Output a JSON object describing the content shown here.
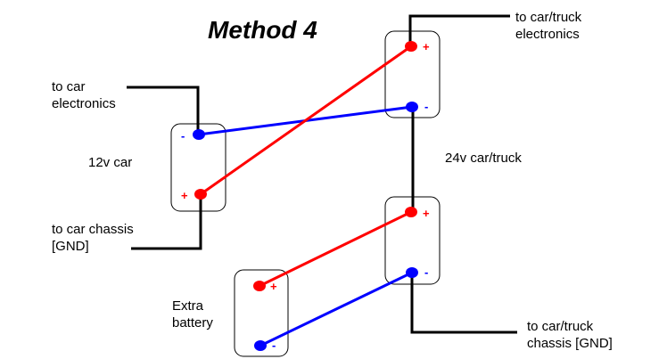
{
  "title": "Method 4",
  "colors": {
    "positive": "#ff0000",
    "negative": "#0000ff",
    "wire": "#000000",
    "background": "#ffffff"
  },
  "batteries": [
    {
      "id": "car-12v",
      "label": "12v car",
      "terminals": [
        {
          "polarity": "-",
          "symbol": "-"
        },
        {
          "polarity": "+",
          "symbol": "+"
        }
      ]
    },
    {
      "id": "truck-24v-top",
      "label": "24v car/truck",
      "terminals": [
        {
          "polarity": "+",
          "symbol": "+"
        },
        {
          "polarity": "-",
          "symbol": "-"
        }
      ]
    },
    {
      "id": "truck-24v-bottom",
      "label": "",
      "terminals": [
        {
          "polarity": "+",
          "symbol": "+"
        },
        {
          "polarity": "-",
          "symbol": "-"
        }
      ]
    },
    {
      "id": "extra",
      "label": "Extra\nbattery",
      "terminals": [
        {
          "polarity": "+",
          "symbol": "+"
        },
        {
          "polarity": "-",
          "symbol": "-"
        }
      ]
    }
  ],
  "labels": {
    "car_electronics": "to car\nelectronics",
    "car_chassis": "to car chassis\n[GND]",
    "car_12v": "12v car",
    "truck_electronics": "to car/truck\nelectronics",
    "truck_24v": "24v car/truck",
    "extra_battery": "Extra\nbattery",
    "truck_chassis": "to car/truck\nchassis [GND]"
  },
  "connections": [
    {
      "from": "car-12v -",
      "to": "truck-24v-top -",
      "color": "negative"
    },
    {
      "from": "car-12v +",
      "to": "truck-24v-top +",
      "color": "positive"
    },
    {
      "from": "truck-24v-top -",
      "to": "truck-24v-bottom +",
      "color": "wire"
    },
    {
      "from": "extra +",
      "to": "truck-24v-bottom +",
      "color": "positive"
    },
    {
      "from": "extra -",
      "to": "truck-24v-bottom -",
      "color": "negative"
    },
    {
      "from": "car-12v -",
      "to": "to car electronics",
      "color": "wire"
    },
    {
      "from": "car-12v +",
      "to": "to car chassis [GND]",
      "color": "wire"
    },
    {
      "from": "truck-24v-top +",
      "to": "to car/truck electronics",
      "color": "wire"
    },
    {
      "from": "truck-24v-bottom -",
      "to": "to car/truck chassis [GND]",
      "color": "wire"
    }
  ]
}
